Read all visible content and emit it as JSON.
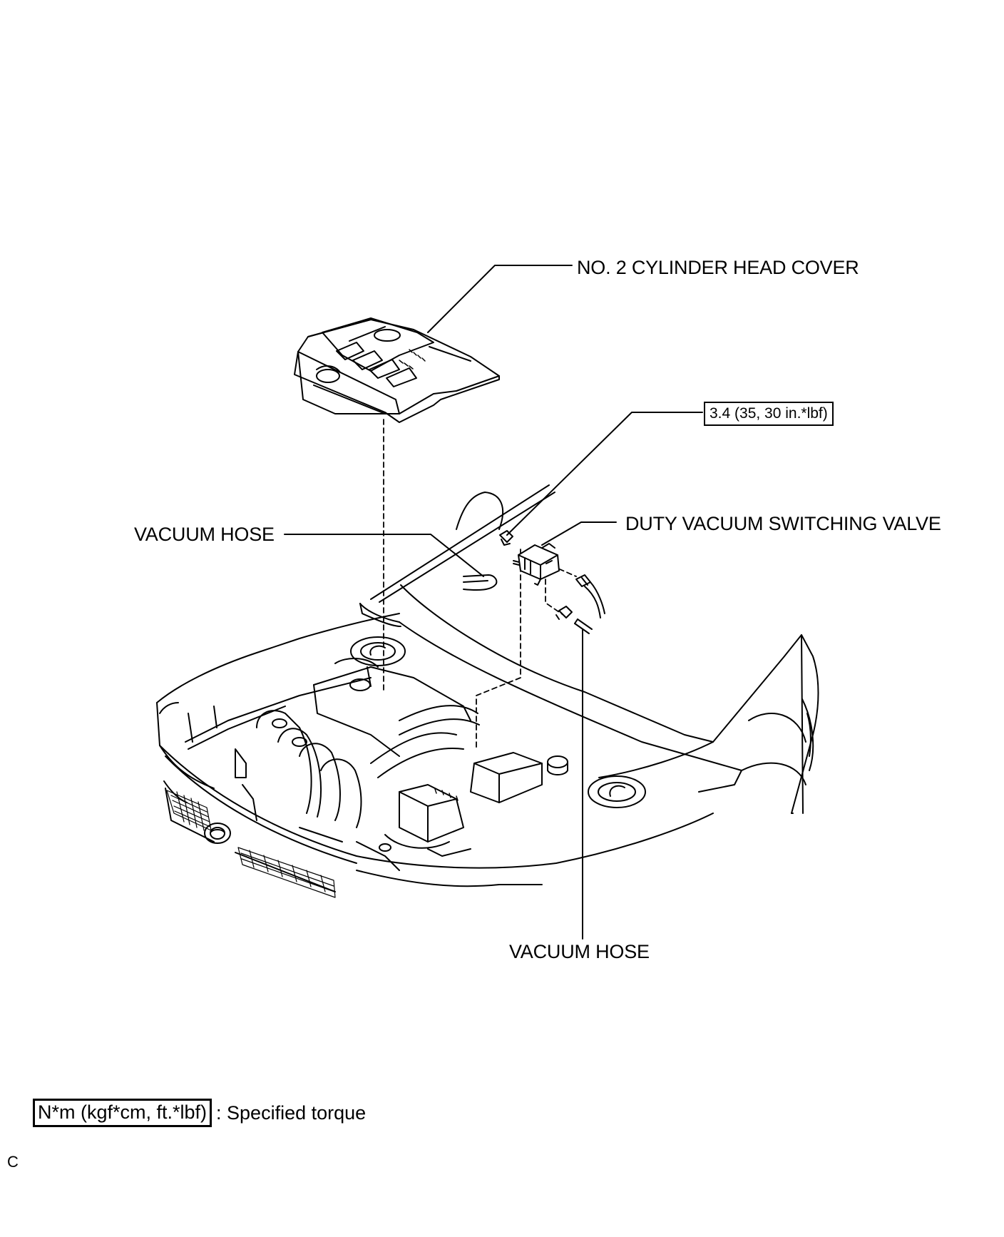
{
  "labels": {
    "cylinder_head_cover": "NO. 2 CYLINDER HEAD COVER",
    "torque_value": "3.4 (35, 30 in.*lbf)",
    "duty_vsv": "DUTY VACUUM SWITCHING VALVE",
    "vacuum_hose_left": "VACUUM HOSE",
    "vacuum_hose_bottom": "VACUUM HOSE"
  },
  "legend": {
    "unit_box": "N*m (kgf*cm, ft.*lbf)",
    "description": ": Specified torque"
  },
  "figure_code": "C"
}
